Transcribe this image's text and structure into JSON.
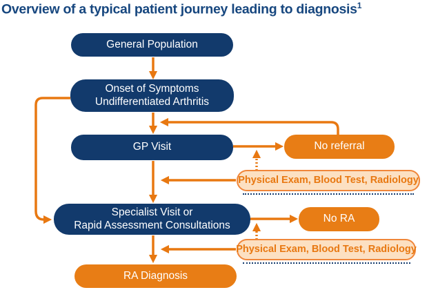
{
  "title": {
    "text": "Overview of a typical patient journey leading to diagnosis",
    "superscript": "1"
  },
  "colors": {
    "title_navy": "#17477F",
    "box_navy": "#123A6C",
    "box_orange": "#E87D15",
    "arrow_orange": "#E87811",
    "tests_background": "#FCE0C2",
    "tests_border": "#F0863A",
    "tests_text": "#E87811",
    "box_text_white": "#FFFFFF"
  },
  "nodes": {
    "general_population": {
      "label": "General Population"
    },
    "onset": {
      "line1": "Onset of Symptoms",
      "line2": "Undifferentiated Arthritis"
    },
    "gp_visit": {
      "label": "GP Visit"
    },
    "no_referral": {
      "label": "No referral"
    },
    "tests_gp": {
      "label": "Physical Exam, Blood Test, Radiology"
    },
    "specialist": {
      "line1": "Specialist Visit or",
      "line2": "Rapid Assessment Consultations"
    },
    "no_ra": {
      "label": "No RA"
    },
    "tests_specialist": {
      "label": "Physical Exam, Blood Test, Radiology"
    },
    "ra_diagnosis": {
      "label": "RA Diagnosis"
    }
  }
}
